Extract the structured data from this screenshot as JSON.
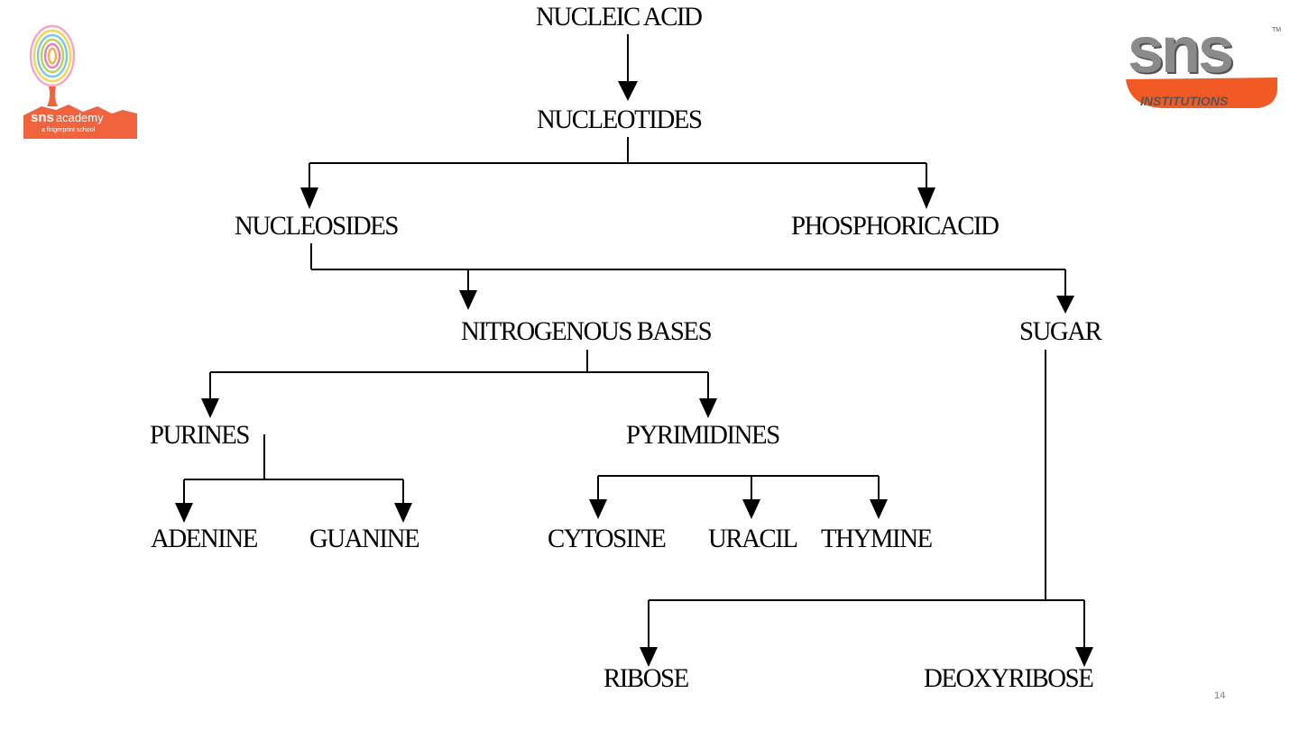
{
  "nodes": {
    "nucleic_acid": "NUCLEIC ACID",
    "nucleotides": "NUCLEOTIDES",
    "nucleosides": "NUCLEOSIDES",
    "phosphoric_acid": "PHOSPHORICACID",
    "nitrogenous_bases": "NITROGENOUS BASES",
    "sugar": "SUGAR",
    "purines": "PURINES",
    "pyrimidines": "PYRIMIDINES",
    "adenine": "ADENINE",
    "guanine": "GUANINE",
    "cytosine": "CYTOSINE",
    "uracil": "URACIL",
    "thymine": "THYMINE",
    "ribose": "RIBOSE",
    "deoxyribose": "DEOXYRIBOSE"
  },
  "logos": {
    "academy": {
      "brand": "sns",
      "name": "academy",
      "tagline": "a fingerprint school",
      "color": "#f0633c"
    },
    "institutions": {
      "brand": "sns",
      "name": "INSTITUTIONS",
      "trademark": "TM",
      "color": "#f15a24"
    }
  },
  "page_number": "14",
  "colors": {
    "line": "#000000",
    "text": "#000000",
    "page_number": "#7f7f7f"
  }
}
